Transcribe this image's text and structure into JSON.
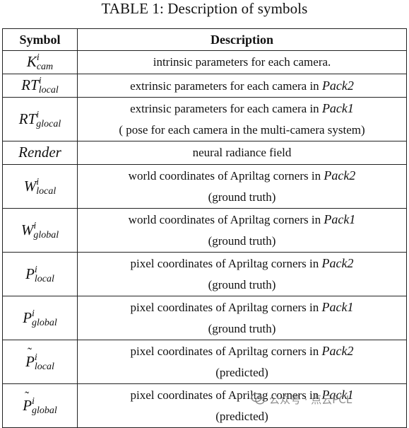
{
  "caption": "TABLE 1: Description of symbols",
  "header": {
    "symbol": "Symbol",
    "description": "Description"
  },
  "rows": [
    {
      "symbol": {
        "base": "K",
        "sup": "i",
        "sub": "cam",
        "tilde": false
      },
      "lines": [
        "intrinsic parameters for each camera."
      ]
    },
    {
      "symbol": {
        "base": "RT",
        "sup": "i",
        "sub": "local",
        "tilde": false
      },
      "lines": [
        "extrinsic parameters for each camera in |Pack2"
      ]
    },
    {
      "symbol": {
        "base": "RT",
        "sup": "i",
        "sub": "glocal",
        "tilde": false
      },
      "lines": [
        "extrinsic parameters for each camera in |Pack1",
        "( pose for each camera in the multi-camera system)"
      ]
    },
    {
      "symbol": {
        "base": "Render",
        "sup": "",
        "sub": "",
        "tilde": false
      },
      "lines": [
        "neural radiance field"
      ]
    },
    {
      "symbol": {
        "base": "W",
        "sup": "i",
        "sub": "local",
        "tilde": false
      },
      "lines": [
        "world coordinates of Apriltag corners in |Pack2",
        "(ground truth)"
      ]
    },
    {
      "symbol": {
        "base": "W",
        "sup": "i",
        "sub": "global",
        "tilde": false
      },
      "lines": [
        "world coordinates of Apriltag corners in |Pack1",
        "(ground truth)"
      ]
    },
    {
      "symbol": {
        "base": "P",
        "sup": "i",
        "sub": "local",
        "tilde": false
      },
      "lines": [
        "pixel coordinates of Apriltag corners in |Pack2",
        "(ground truth)"
      ]
    },
    {
      "symbol": {
        "base": "P",
        "sup": "i",
        "sub": "global",
        "tilde": false
      },
      "lines": [
        "pixel coordinates of Apriltag corners in |Pack1",
        "(ground truth)"
      ]
    },
    {
      "symbol": {
        "base": "P",
        "sup": "i",
        "sub": "local",
        "tilde": true
      },
      "lines": [
        "pixel coordinates of Apriltag corners in |Pack2",
        "(predicted)"
      ]
    },
    {
      "symbol": {
        "base": "P",
        "sup": "i",
        "sub": "global",
        "tilde": true
      },
      "lines": [
        "pixel coordinates of Apriltag corners in |Pack1",
        "(predicted)"
      ]
    }
  ],
  "watermark": {
    "text": "公众号 · 点云PCL",
    "icon": "wechat-icon"
  }
}
